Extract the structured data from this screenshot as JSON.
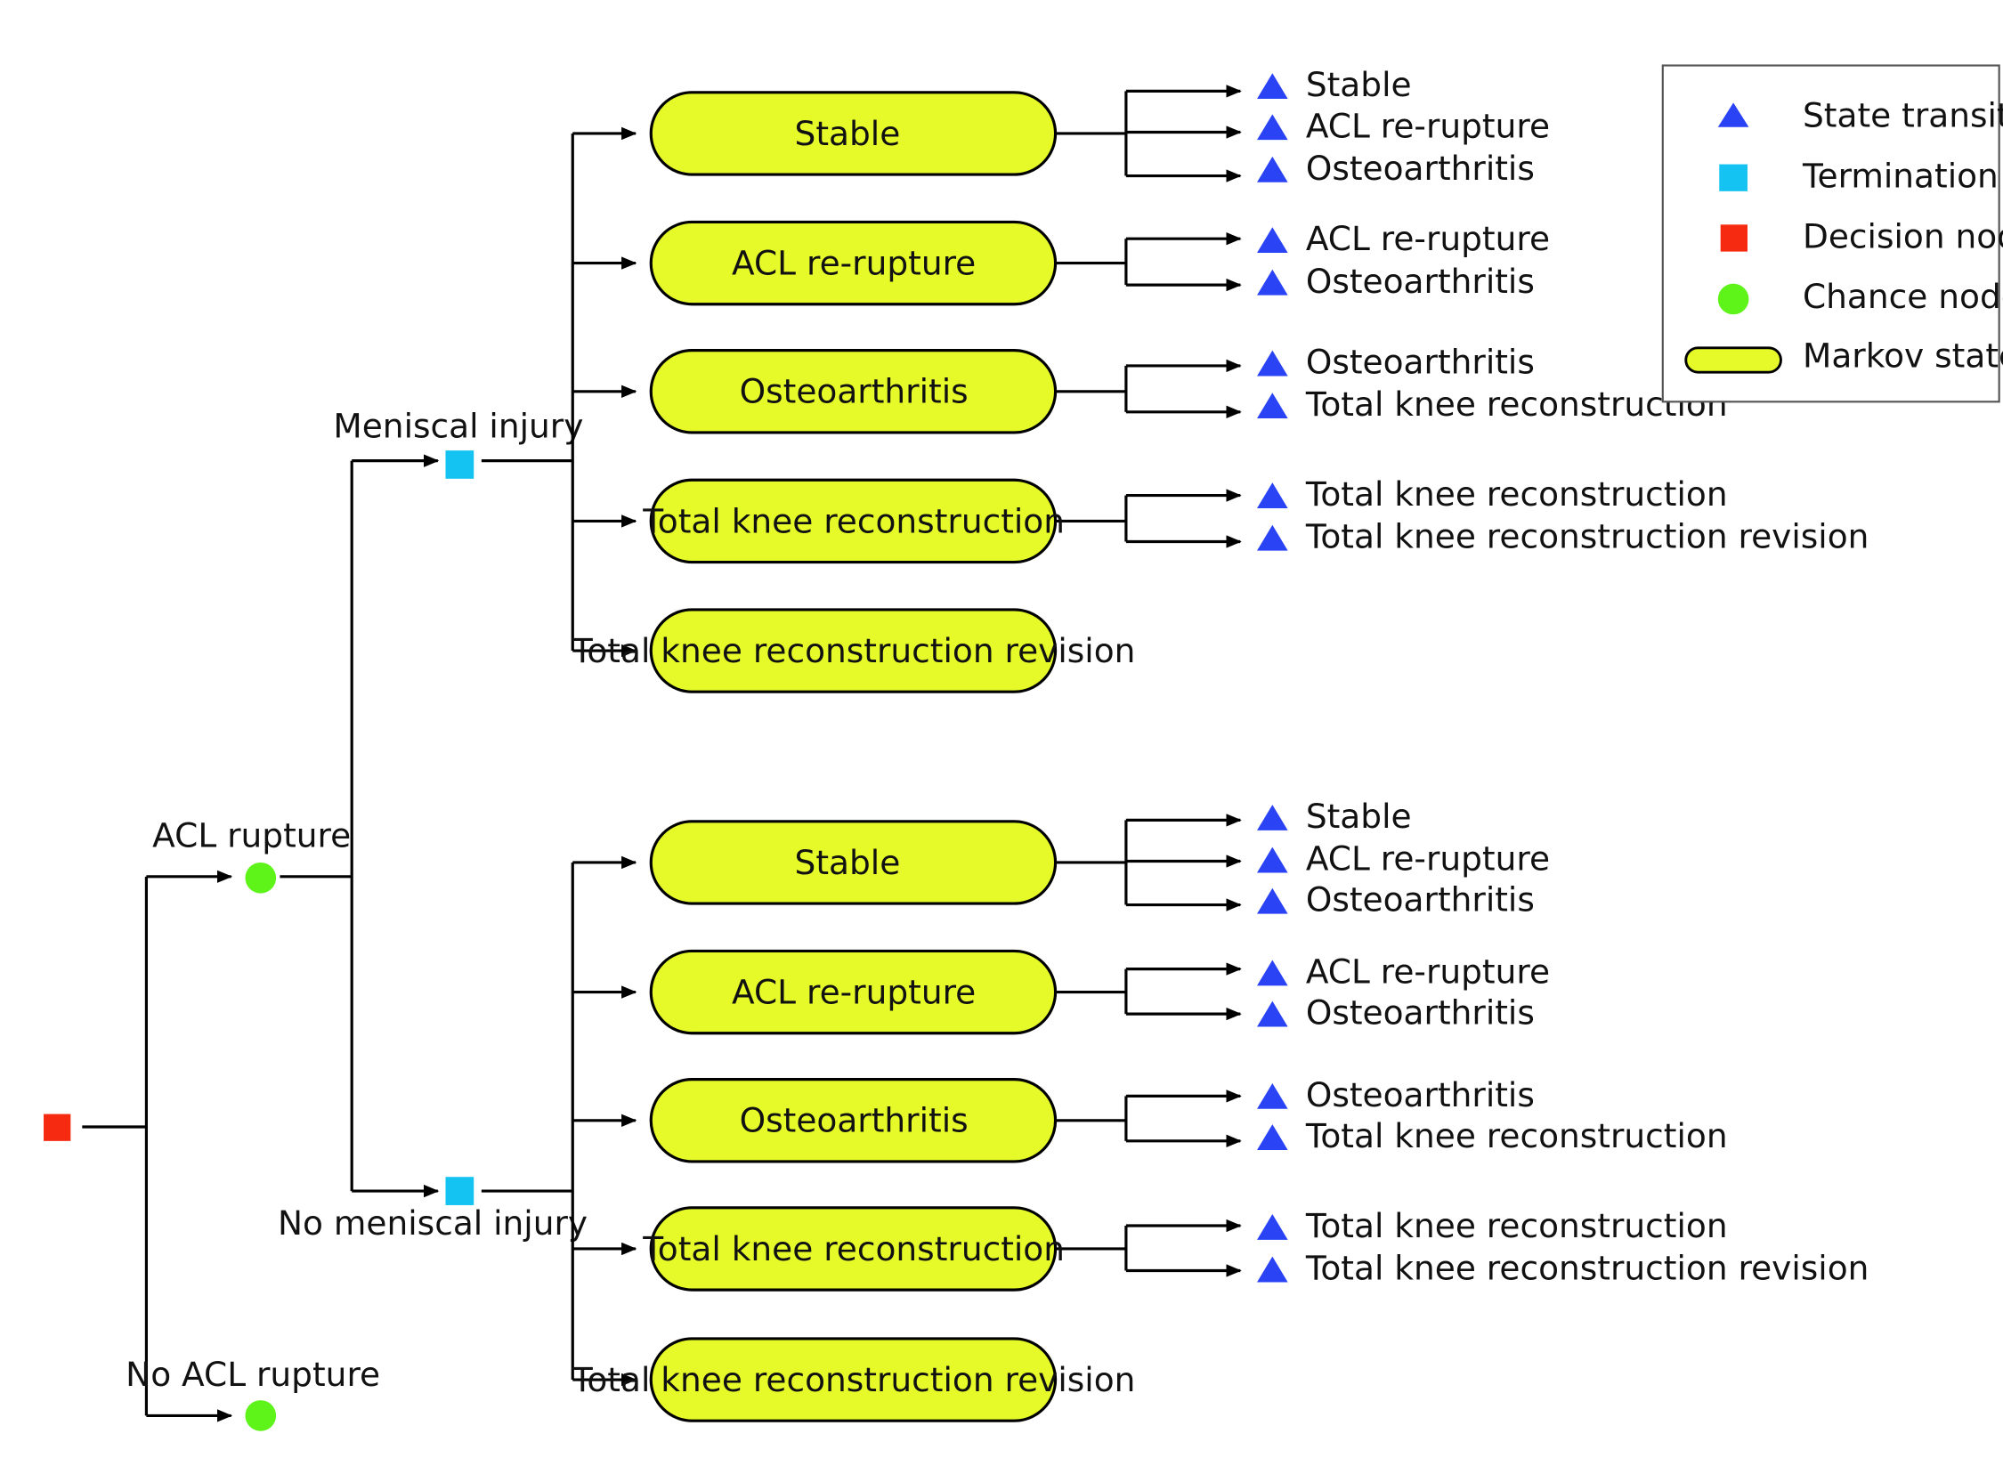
{
  "colors": {
    "decision": "#f52a10",
    "chance": "#5ef41a",
    "termination": "#14c3f2",
    "transition": "#2a44f5",
    "markov_state": "#e5fa28"
  },
  "tree": {
    "root": {
      "type": "decision",
      "label": ""
    },
    "acl_rupture": {
      "type": "chance",
      "label": "ACL rupture"
    },
    "no_acl_rupture": {
      "type": "chance",
      "label": "No ACL rupture"
    },
    "meniscal_injury": {
      "type": "termination",
      "label": "Meniscal injury"
    },
    "no_meniscal_injury": {
      "type": "termination",
      "label": "No meniscal injury"
    }
  },
  "groups": [
    {
      "parent": "Meniscal injury",
      "states": [
        {
          "label": "Stable",
          "transitions": [
            "Stable",
            "ACL re-rupture",
            "Osteoarthritis"
          ]
        },
        {
          "label": "ACL re-rupture",
          "transitions": [
            "ACL re-rupture",
            "Osteoarthritis"
          ]
        },
        {
          "label": "Osteoarthritis",
          "transitions": [
            "Osteoarthritis",
            "Total knee reconstruction"
          ]
        },
        {
          "label": "Total knee reconstruction",
          "transitions": [
            "Total knee reconstruction",
            "Total knee reconstruction revision"
          ]
        },
        {
          "label": "Total knee reconstruction revision",
          "transitions": []
        }
      ]
    },
    {
      "parent": "No meniscal injury",
      "states": [
        {
          "label": "Stable",
          "transitions": [
            "Stable",
            "ACL re-rupture",
            "Osteoarthritis"
          ]
        },
        {
          "label": "ACL re-rupture",
          "transitions": [
            "ACL re-rupture",
            "Osteoarthritis"
          ]
        },
        {
          "label": "Osteoarthritis",
          "transitions": [
            "Osteoarthritis",
            "Total knee reconstruction"
          ]
        },
        {
          "label": "Total knee reconstruction",
          "transitions": [
            "Total knee reconstruction",
            "Total knee reconstruction revision"
          ]
        },
        {
          "label": "Total knee reconstruction revision",
          "transitions": []
        }
      ]
    }
  ],
  "legend": {
    "items": [
      {
        "symbol": "triangle-icon",
        "label": "State transition"
      },
      {
        "symbol": "square-icon",
        "label": "Termination"
      },
      {
        "symbol": "square-icon",
        "label": "Decision node"
      },
      {
        "symbol": "circle-icon",
        "label": "Chance node"
      },
      {
        "symbol": "pill-icon",
        "label": "Markov state"
      }
    ]
  }
}
